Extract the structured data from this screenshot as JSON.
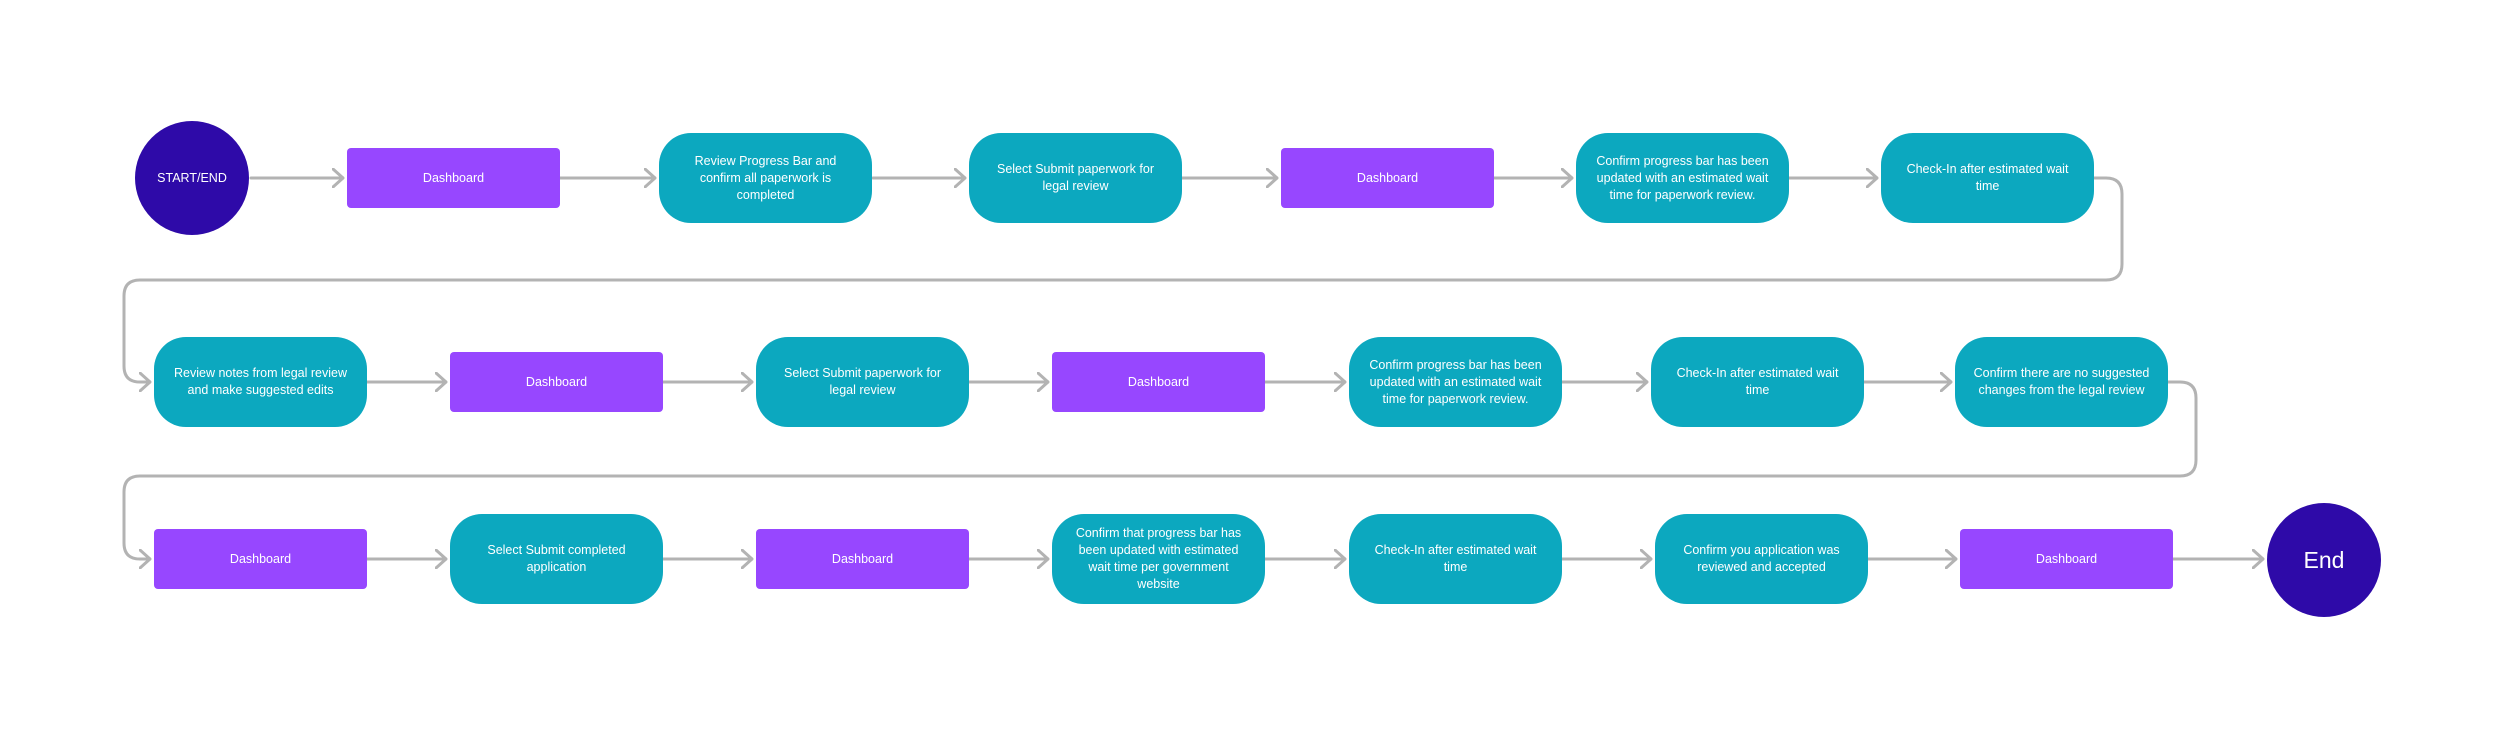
{
  "diagram": {
    "start": "START/END",
    "end": "End",
    "row1": [
      "Dashboard",
      "Review Progress Bar and confirm all paperwork is completed",
      "Select Submit paperwork for legal review",
      "Dashboard",
      "Confirm progress bar has been updated with an estimated wait time for paperwork review.",
      "Check-In after estimated wait time"
    ],
    "row2": [
      "Review notes from legal review and make suggested edits",
      "Dashboard",
      "Select Submit paperwork for legal review",
      "Dashboard",
      "Confirm progress bar has been updated with an estimated wait time for paperwork review.",
      "Check-In after estimated wait time",
      "Confirm there are no suggested changes from the legal review"
    ],
    "row3": [
      "Dashboard",
      "Select Submit completed application",
      "Dashboard",
      "Confirm that progress bar has been updated with estimated wait time per government website",
      "Check-In after estimated wait time",
      "Confirm you application was reviewed and accepted",
      "Dashboard"
    ],
    "colors": {
      "screen": "#9747ff",
      "action": "#0ca8bf",
      "terminal": "#2e0aa8",
      "connector": "#b3b3b3"
    }
  }
}
